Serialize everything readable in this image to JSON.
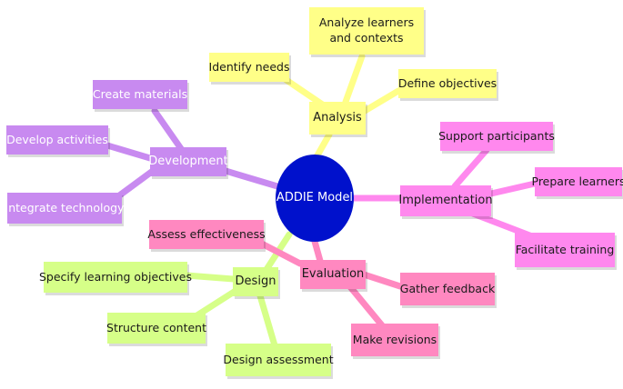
{
  "center": {
    "label": "ADDIE Model",
    "color": "#0011cc"
  },
  "branches": [
    {
      "id": "analysis",
      "label": "Analysis",
      "color": "#ffff88",
      "children": [
        "Identify needs",
        "Analyze learners and contexts",
        "Define objectives"
      ]
    },
    {
      "id": "development",
      "label": "Development",
      "color": "#c88af0",
      "children": [
        "Create materials",
        "Develop activities",
        "Integrate technology"
      ]
    },
    {
      "id": "implementation",
      "label": "Implementation",
      "color": "#ff88ee",
      "children": [
        "Support participants",
        "Prepare learners",
        "Facilitate training"
      ]
    },
    {
      "id": "evaluation",
      "label": "Evaluation",
      "color": "#ff88c0",
      "children": [
        "Assess effectiveness",
        "Gather feedback",
        "Make revisions"
      ]
    },
    {
      "id": "design",
      "label": "Design",
      "color": "#d6ff88",
      "children": [
        "Specify learning objectives",
        "Structure content",
        "Design assessment"
      ]
    }
  ]
}
